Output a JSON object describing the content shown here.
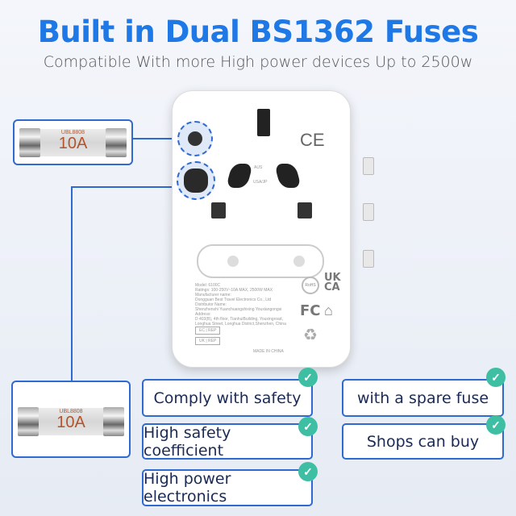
{
  "header": {
    "title": "Built in Dual BS1362 Fuses",
    "subtitle": "Compatible With more High power devices Up to 2500w"
  },
  "fuses": [
    {
      "brand": "UBL8808",
      "rating": "10A"
    },
    {
      "brand": "UBL8808",
      "rating": "10A"
    }
  ],
  "adapter": {
    "marks": {
      "ce": "CE",
      "ukca_1": "UK",
      "ukca_2": "CA",
      "fc": "FC",
      "rohs": "RoHS",
      "aus": "AUS",
      "usa": "USA/JP"
    },
    "label_lines": [
      "Model: 6100C",
      "Ratings: 100-250V~10A MAX, 2500W MAX",
      "Manufacturer name:",
      "Dongguan Best Travel Electronics Co., Ltd",
      "Distributor Name:",
      "Shenzhenshi Yuanchuangshixing Youxiangongsi",
      "Address:",
      "D 403(B), 4th floor, TianhuiBuilding, Youxingroad,",
      "Longhua Street, Longhua District,Shenzhen, China"
    ],
    "ec_rep": [
      "EC",
      "REP"
    ],
    "uk_rep": [
      "UK",
      "REP"
    ],
    "made_in": "MADE IN CHINA"
  },
  "features": [
    {
      "label": "Comply with safety"
    },
    {
      "label": "High safety coefficient"
    },
    {
      "label": "High power electronics"
    },
    {
      "label": "with a spare fuse"
    },
    {
      "label": "Shops can buy"
    }
  ],
  "colors": {
    "accent": "#1e78e6",
    "border": "#2f6ad0",
    "check": "#3ebfa3"
  },
  "icons": {
    "check": "check-icon"
  }
}
